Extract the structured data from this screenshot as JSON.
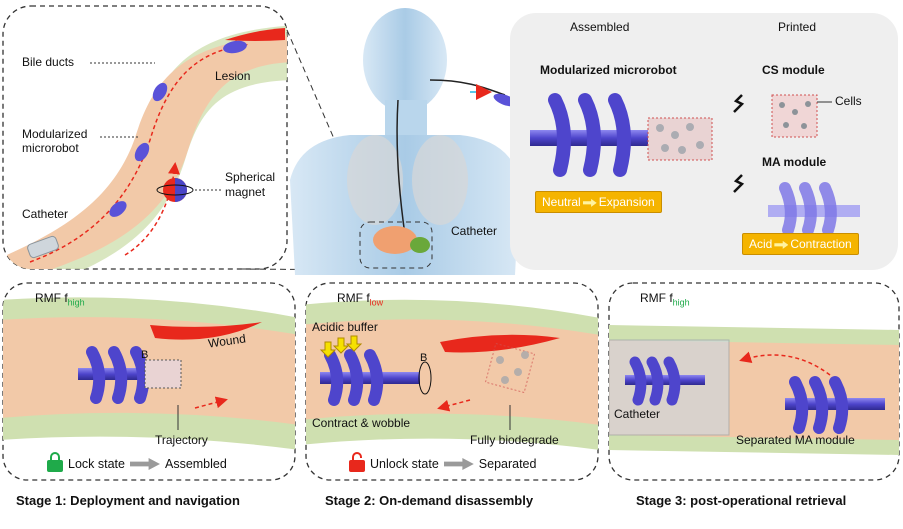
{
  "top_left": {
    "bile_ducts": "Bile ducts",
    "lesion": "Lesion",
    "microrobot": "Modularized microrobot",
    "spherical_magnet": "Spherical magnet",
    "catheter": "Catheter"
  },
  "center": {
    "catheter": "Catheter"
  },
  "top_right": {
    "assembled": "Assembled",
    "printed": "Printed",
    "modularized_microrobot": "Modularized microrobot",
    "cs_module": "CS module",
    "cells": "Cells",
    "ma_module": "MA module",
    "tag_neutral_from": "Neutral",
    "tag_neutral_to": "Expansion",
    "tag_acid_from": "Acid",
    "tag_acid_to": "Contraction"
  },
  "stage1": {
    "rmf": "RMF f",
    "rmf_sub": "high",
    "wound": "Wound",
    "b": "B",
    "trajectory": "Trajectory",
    "state_from": "Lock state",
    "state_to": "Assembled",
    "caption": "Stage 1: Deployment and navigation"
  },
  "stage2": {
    "rmf": "RMF f",
    "rmf_sub": "low",
    "acidic_buffer": "Acidic buffer",
    "b": "B",
    "contract": "Contract & wobble",
    "biodegrade": "Fully biodegrade",
    "state_from": "Unlock state",
    "state_to": "Separated",
    "caption": "Stage 2: On-demand disassembly"
  },
  "stage3": {
    "rmf": "RMF f",
    "rmf_sub": "high",
    "catheter": "Catheter",
    "separated": "Separated MA module",
    "caption": "Stage 3: post-operational retrieval"
  },
  "colors": {
    "tissue": "#f2c9a8",
    "wall": "#cfe0b0",
    "helix": "#5a52d8",
    "wound": "#e8281c",
    "tag": "#f5b400",
    "panel_bg": "#efefef",
    "high": "#1faa4a",
    "low": "#e8281c",
    "body": "#b9d6ec"
  }
}
